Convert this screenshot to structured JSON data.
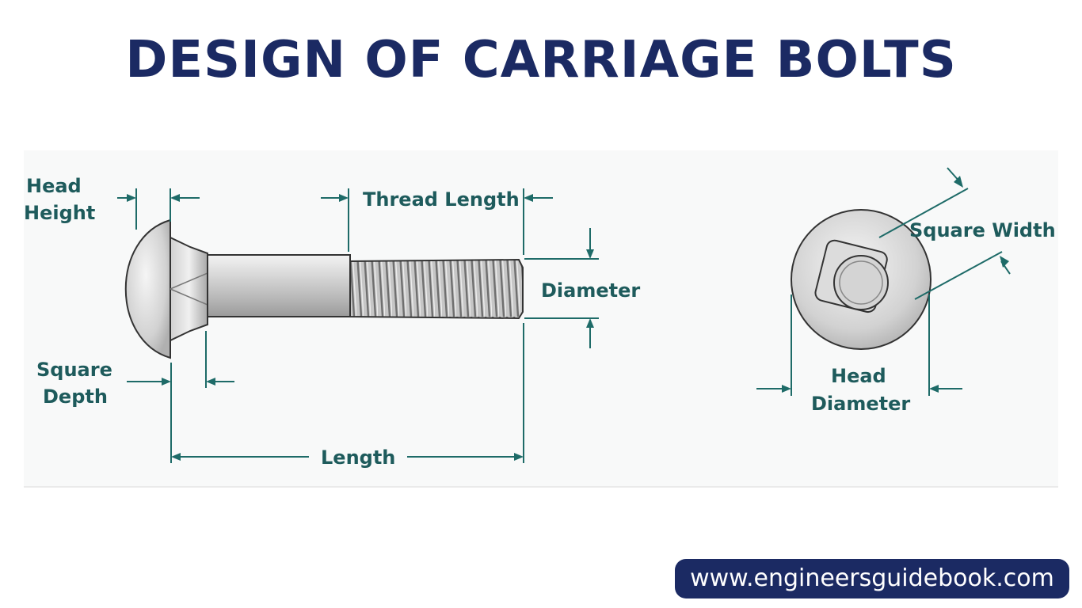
{
  "title": "DESIGN OF CARRIAGE BOLTS",
  "labels": {
    "head_height_1": "Head",
    "head_height_2": "Height",
    "thread_length": "Thread Length",
    "diameter": "Diameter",
    "square_depth_1": "Square",
    "square_depth_2": "Depth",
    "length": "Length",
    "square_width": "Square Width",
    "head_diameter_1": "Head",
    "head_diameter_2": "Diameter"
  },
  "website": "www.engineersguidebook.com",
  "colors": {
    "title": "#1b2a63",
    "dimension": "#1e6b68",
    "label": "#1e5b5c",
    "badge": "#1b2a63"
  },
  "icons": {
    "bolt": "carriage-bolt-side-view",
    "head": "carriage-bolt-top-view"
  }
}
